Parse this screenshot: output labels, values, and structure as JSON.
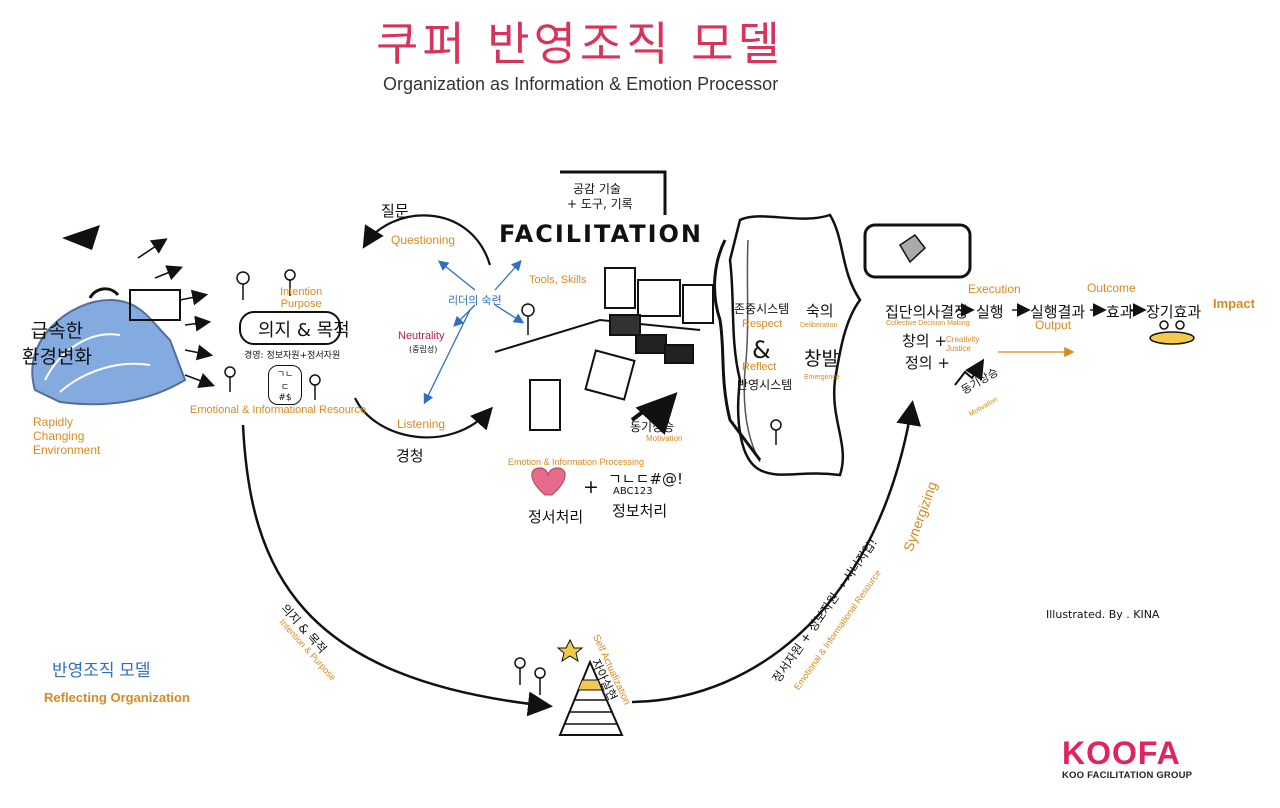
{
  "header": {
    "title": "쿠퍼 반영조직 모델",
    "subtitle": "Organization as Information & Emotion Processor"
  },
  "environment": {
    "korean": [
      "급속한",
      "환경변화"
    ],
    "english": [
      "Rapidly",
      "Changing",
      "Environment"
    ]
  },
  "intention": {
    "purpose_en": [
      "Intention",
      "Purpose"
    ],
    "box_title": "의지 & 목적",
    "box_sub": "경영: 정보자원+정서자원",
    "badge": "ㄱㄴㄷ #$",
    "resource_en": "Emotional & Informational Resource"
  },
  "leader_skills": {
    "questioning_ko": "질문",
    "questioning_en": "Questioning",
    "center_ko": "리더의 숙련",
    "neutrality_en": "Neutrality",
    "neutrality_ko": "(중립성)",
    "listening_en": "Listening",
    "listening_ko": "경청"
  },
  "facilitation": {
    "note_line1": "공감 기술",
    "note_line2": "+ 도구, 기록",
    "title": "FACILITATION",
    "tools_en": "Tools, Skills",
    "motivation_ko": "동기상승",
    "motivation_en": "Motivation",
    "processing_en": "Emotion & Information Processing",
    "emotion_ko": "정서처리",
    "symbols_line1": "ㄱㄴㄷ#@!",
    "symbols_line2": "ABC123",
    "info_ko": "정보처리",
    "plus": "+"
  },
  "reflect_system": {
    "respect_ko": "존중시스템",
    "respect_en": "Respect",
    "amp": "&",
    "reflect_en": "Reflect",
    "reflect_ko": "반영시스템",
    "deliberation_ko": "숙의",
    "deliberation_en": "Deliberation",
    "emergence_ko": "창발",
    "emergence_en": "Emergence"
  },
  "decision": {
    "collective_ko": "집단의사결정",
    "collective_en": "Collective Decision Making",
    "creativity_ko": "창의 +",
    "justice_ko": "정의 +",
    "creativity_en": [
      "Creativity",
      "Justice"
    ],
    "execution_en": "Execution",
    "execution_ko": "실행",
    "output_ko": "실행결과",
    "output_en": "Output",
    "outcome_en": "Outcome",
    "outcome_ko": "효과",
    "longterm_ko": "장기효과",
    "impact_en": "Impact",
    "motivation_ko": "동기상승",
    "motivation_en": "Motivation"
  },
  "bottom": {
    "intention_ko": "의지 & 목적",
    "intention_en": "Intention & Purpose",
    "self_actualization_en": "Self Actualization",
    "self_actualization_ko": "자아실현",
    "synergy_ko": "정서자원 + 정보자원 → 시너지업!",
    "resource_en": "Emotional & Informational Resource",
    "synergizing_en": "Synergizing"
  },
  "footer": {
    "model_ko": "반영조직 모델",
    "model_en": "Reflecting Organization",
    "credit": "Illustrated. By . KINA",
    "logo": "KOOFA",
    "logo_sub": "KOO FACILITATION GROUP"
  },
  "colors": {
    "title": "#d8335a",
    "orange": "#d98a1f",
    "blue": "#2f6fbf",
    "wave": "#5b8fd6",
    "heart": "#e56b8a",
    "logo": "#e0245e"
  }
}
